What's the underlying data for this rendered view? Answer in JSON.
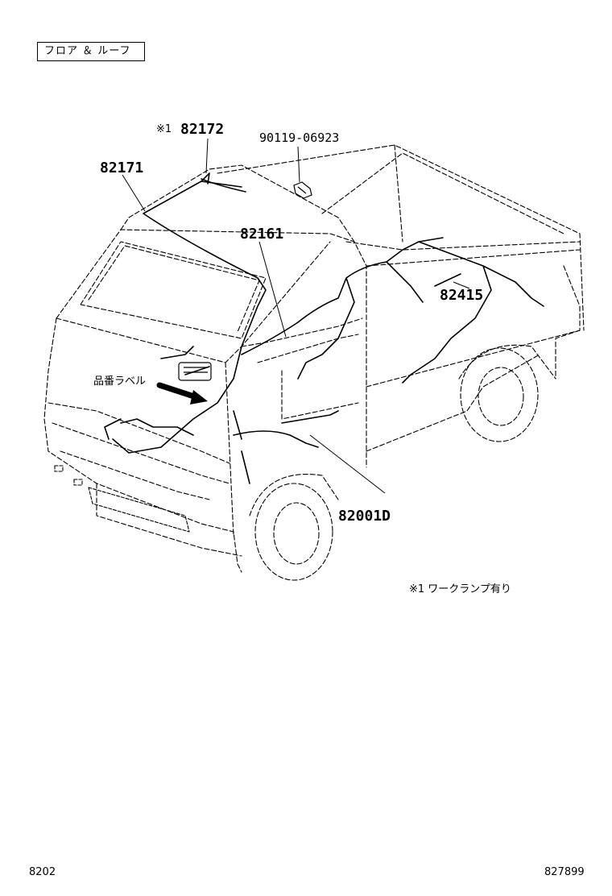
{
  "section_label": "フロア ＆ ルーフ",
  "parts": {
    "p82172": "82172",
    "p82172_mark": "※1",
    "p90119": "90119-06923",
    "p82171": "82171",
    "p82161": "82161",
    "p82415": "82415",
    "p82001d": "82001D"
  },
  "label_note": "品番ラベル",
  "footnote": "※1 ワークランプ有り",
  "footer": {
    "left": "8202",
    "right": "827899"
  }
}
